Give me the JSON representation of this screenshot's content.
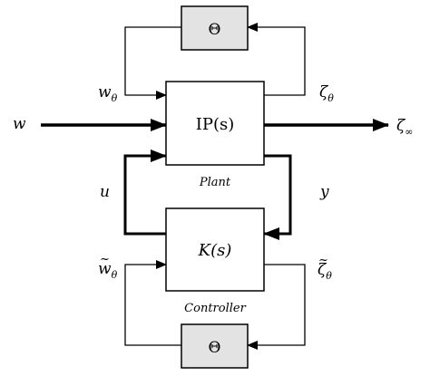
{
  "blocks": {
    "theta_top": {
      "label": "Θ"
    },
    "plant": {
      "label": "IP(s)",
      "caption": "Plant"
    },
    "controller": {
      "label": "K(s)",
      "caption": "Controller"
    },
    "theta_bottom": {
      "label": "Θ"
    }
  },
  "signals": {
    "w": "w",
    "w_theta": "w",
    "w_theta_sub": "θ",
    "zeta_theta": "ζ",
    "zeta_theta_sub": "θ",
    "zeta_inf": "ζ",
    "zeta_inf_sub": "∞",
    "u": "u",
    "y": "y",
    "w_tilde": "w",
    "w_tilde_mark": "~",
    "w_tilde_sub": "θ",
    "zeta_tilde": "ζ",
    "zeta_tilde_mark": "~",
    "zeta_tilde_sub": "θ"
  },
  "colors": {
    "theta_fill": "#e3e3e3",
    "stroke": "#000000"
  }
}
